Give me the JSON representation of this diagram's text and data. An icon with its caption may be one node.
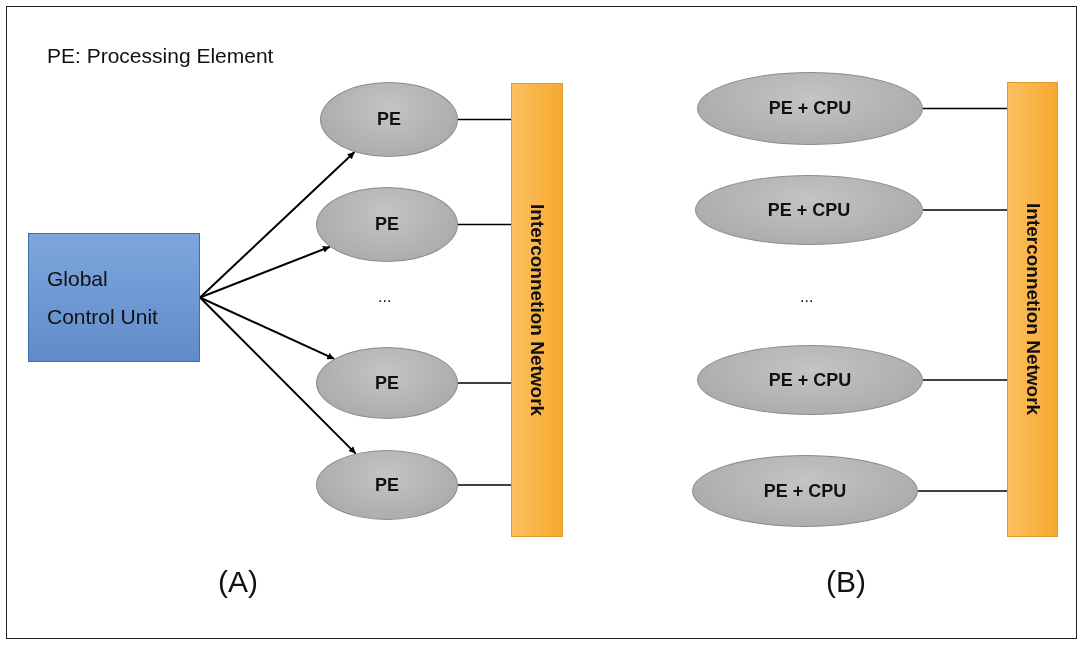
{
  "diagram": {
    "nodes": [
      {
        "text": [
          "Global Control Unit"
        ]
      },
      {
        "text": [
          "PE"
        ]
      },
      {
        "text": [
          "PE"
        ]
      },
      {
        "text": [
          "PE"
        ]
      },
      {
        "text": [
          "PE"
        ]
      },
      {
        "text": [
          "Interconnetion Network"
        ]
      },
      {
        "text": [
          "PE + CPU"
        ]
      },
      {
        "text": [
          "PE + CPU"
        ]
      },
      {
        "text": [
          "PE + CPU"
        ]
      },
      {
        "text": [
          "PE + CPU"
        ]
      },
      {
        "text": [
          "Interconnetion Network"
        ]
      }
    ],
    "edges": [
      {
        "from": 0,
        "to": 1,
        "arrow": "to"
      },
      {
        "from": 0,
        "to": 2,
        "arrow": "to"
      },
      {
        "from": 0,
        "to": 3,
        "arrow": "to"
      },
      {
        "from": 0,
        "to": 4,
        "arrow": "to"
      },
      {
        "from": 1,
        "to": 5,
        "arrow": "none"
      },
      {
        "from": 2,
        "to": 5,
        "arrow": "none"
      },
      {
        "from": 3,
        "to": 5,
        "arrow": "none"
      },
      {
        "from": 4,
        "to": 5,
        "arrow": "none"
      },
      {
        "from": 6,
        "to": 10,
        "arrow": "none"
      },
      {
        "from": 7,
        "to": 10,
        "arrow": "none"
      },
      {
        "from": 8,
        "to": 10,
        "arrow": "none"
      },
      {
        "from": 9,
        "to": 10,
        "arrow": "none"
      }
    ],
    "labels": [
      "PE: Processing Element",
      "...",
      "(A)",
      "...",
      "(B)"
    ]
  }
}
